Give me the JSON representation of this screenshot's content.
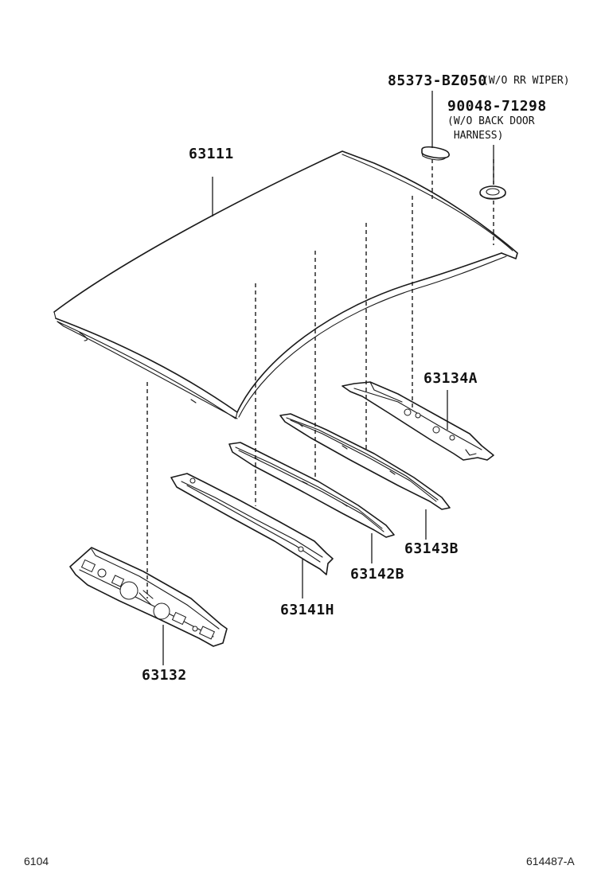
{
  "parts": {
    "roof_panel": "63111",
    "plug": "85373-BZ050",
    "plug_note": "(W/O RR WIPER)",
    "grommet": "90048-71298",
    "grommet_note_1": "(W/O BACK DOOR",
    "grommet_note_2": " HARNESS)",
    "rear_reinforcement": "63134A",
    "bow_3": "63143B",
    "bow_2": "63142B",
    "bow_1": "63141H",
    "front_reinforcement": "63132"
  },
  "footer": {
    "left_code": "6104",
    "right_code": "614487-A"
  }
}
